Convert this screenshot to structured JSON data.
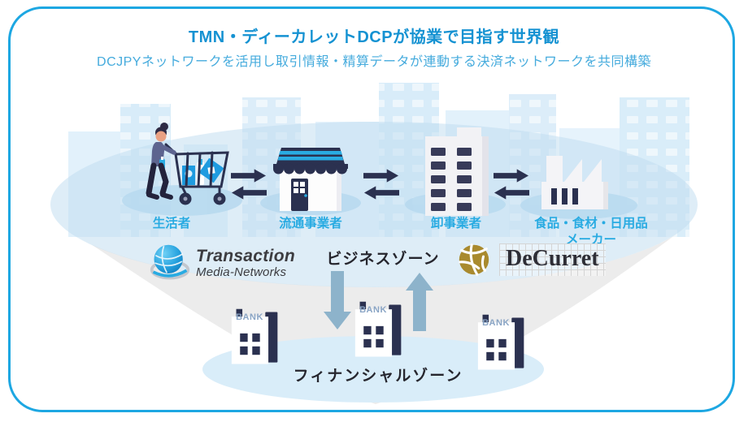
{
  "header": {
    "title": "TMN・ディーカレットDCPが協業で目指す世界観",
    "subtitle": "DCJPYネットワークを活用し取引情報・精算データが連動する決済ネットワークを共同構築",
    "title_color": "#1592d2",
    "subtitle_color": "#45abdd"
  },
  "actors": [
    {
      "id": "consumer",
      "label": "生活者",
      "icon": "shopper-cart-icon"
    },
    {
      "id": "distribution",
      "label": "流通事業者",
      "icon": "storefront-icon"
    },
    {
      "id": "wholesale",
      "label": "卸事業者",
      "icon": "office-building-icon"
    },
    {
      "id": "maker",
      "label_line1": "食品・食材・日用品",
      "label_line2": "メーカー",
      "icon": "factory-icon"
    }
  ],
  "zones": {
    "business": "ビジネスゾーン",
    "financial": "フィナンシャルゾーン"
  },
  "logos": {
    "tmn": {
      "line1": "Transaction",
      "line2": "Media-Networks",
      "icon": "tmn-globe-icon"
    },
    "decurret": {
      "text": "DeCurret",
      "icon": "decurret-globe-icon"
    }
  },
  "banks": [
    {
      "label": "BANK"
    },
    {
      "label": "BANK"
    },
    {
      "label": "BANK"
    }
  ],
  "colors": {
    "frame_border": "#1da7e2",
    "accent_blue": "#29abe2",
    "dark_navy_icons": "#2b3150",
    "band_blue": "#cfe5f4",
    "funnel_gray": "#ececec",
    "steel_arrow": "#8db3cb",
    "decurret_gold": "#a98a2e",
    "label_blue": "#29abe2"
  }
}
